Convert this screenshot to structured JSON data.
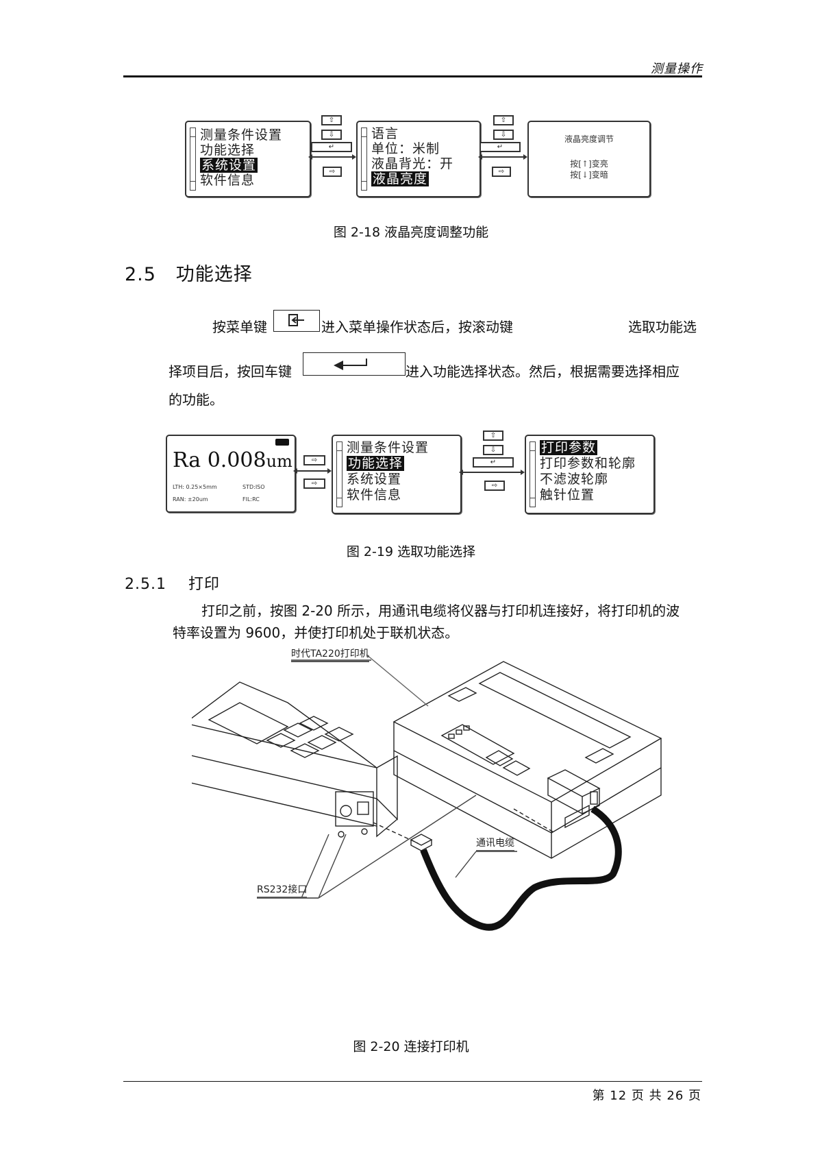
{
  "header": {
    "title": "测量操作"
  },
  "fig18": {
    "menu1": {
      "items": [
        "测量条件设置",
        "功能选择",
        "系统设置",
        "软件信息"
      ],
      "selected": 2
    },
    "menu2": {
      "items": [
        "语言",
        "单位：米制",
        "液晶背光：开",
        "液晶亮度"
      ],
      "selected": 3
    },
    "screen3": {
      "title": "液晶亮度调节",
      "line1": "按[↑]变亮",
      "line2": "按[↓]变暗"
    },
    "keys": {
      "up": "⇧",
      "down": "⇩",
      "enter": "↵",
      "menu": "⇨"
    },
    "caption": "图 2-18  液晶亮度调整功能"
  },
  "section25": {
    "number": "2.5",
    "title": "功能选择"
  },
  "para1": {
    "part1": "按菜单键",
    "part2": "进入菜单操作状态后，按滚动键",
    "part3": "选取功能选",
    "part4": "择项目后，按回车键",
    "part5": "进入功能选择状态。然后，根据需要选择相应",
    "part6": "的功能。"
  },
  "fig19": {
    "main_screen": {
      "param": "Ra",
      "value": "0.008",
      "unit": "um",
      "lth": "LTH: 0.25×5mm",
      "std": "STD:ISO",
      "ran": "RAN: ±20um",
      "fil": "FIL:RC"
    },
    "menu1": {
      "items": [
        "测量条件设置",
        "功能选择",
        "系统设置",
        "软件信息"
      ],
      "selected": 1
    },
    "menu2": {
      "items": [
        "打印参数",
        "打印参数和轮廓",
        "不滤波轮廓",
        "触针位置"
      ],
      "selected": 0
    },
    "caption": "图 2-19  选取功能选择"
  },
  "section251": {
    "number": "2.5.1",
    "title": "打印"
  },
  "para2": {
    "line1": "打印之前，按图 2-20 所示，用通讯电缆将仪器与打印机连接好，将打印机的波",
    "line2": "特率设置为 9600，并使打印机处于联机状态。"
  },
  "fig20": {
    "printer_label": "时代TA220打印机",
    "cable_label": "通讯电缆",
    "port_label": "RS232接口",
    "caption": "图 2-20  连接打印机"
  },
  "footer": {
    "page_text": "第  12  页  共  26 页"
  }
}
